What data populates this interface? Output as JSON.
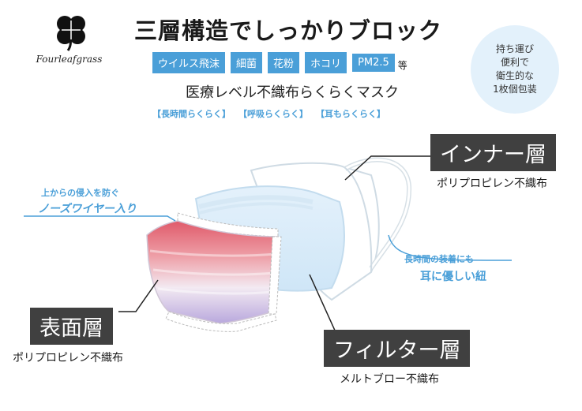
{
  "brand": {
    "name": "Fourleafgrass",
    "icon": "four-leaf-clover-icon"
  },
  "headline": "三層構造でしっかりブロック",
  "tags": [
    "ウイルス飛沫",
    "細菌",
    "花粉",
    "ホコリ",
    "PM2.5"
  ],
  "tags_suffix": "等",
  "subtitle": "医療レベル不織布らくらくマスク",
  "features": [
    "【長時間らくらく】",
    "【呼吸らくらく】",
    "【耳もらくらく】"
  ],
  "badge": {
    "lines": [
      "持ち運び",
      "便利で",
      "衛生的な",
      "1枚個包装"
    ]
  },
  "inner_layer": {
    "title": "インナー層",
    "material": "ポリプロピレン不織布"
  },
  "surface_layer": {
    "title": "表面層",
    "material": "ポリプロピレン不織布"
  },
  "filter_layer": {
    "title": "フィルター層",
    "material": "メルトブロー不織布"
  },
  "nose_wire": {
    "small": "上からの侵入を防ぐ",
    "big": "ノーズワイヤー入り"
  },
  "ear_loop": {
    "small": "長時間の装着にも",
    "big": "耳に優しい紐"
  },
  "colors": {
    "accent_blue": "#4a9fd8",
    "dark_box": "#404040",
    "mask_red": "#e05a6a",
    "mask_lavender": "#b9a8dd",
    "badge_bg": "#e3f1fb"
  }
}
